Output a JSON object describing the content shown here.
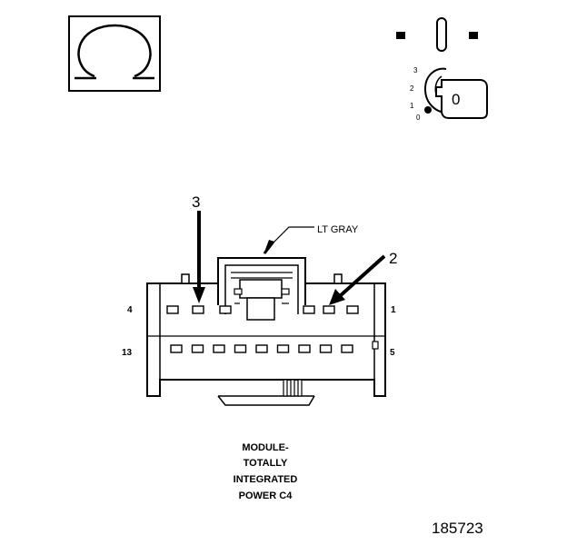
{
  "meter_symbol": {
    "icon": "ohm-icon",
    "glyph": "Ω"
  },
  "ignition": {
    "icon": "ignition-key-icon",
    "positions": [
      "3",
      "2",
      "1",
      "0"
    ],
    "key_label": "0"
  },
  "connector": {
    "color_label": "LT GRAY",
    "pin_labels": {
      "top_left": "4",
      "top_right": "1",
      "bottom_left": "13",
      "bottom_right": "5"
    },
    "probe_labels": {
      "left": "3",
      "right": "2"
    },
    "top_row_cavity_count": 6,
    "bottom_row_cavity_count": 9
  },
  "caption": {
    "line1": "MODULE-",
    "line2": "TOTALLY",
    "line3": "INTEGRATED",
    "line4": "POWER C4"
  },
  "figure_number": "185723"
}
